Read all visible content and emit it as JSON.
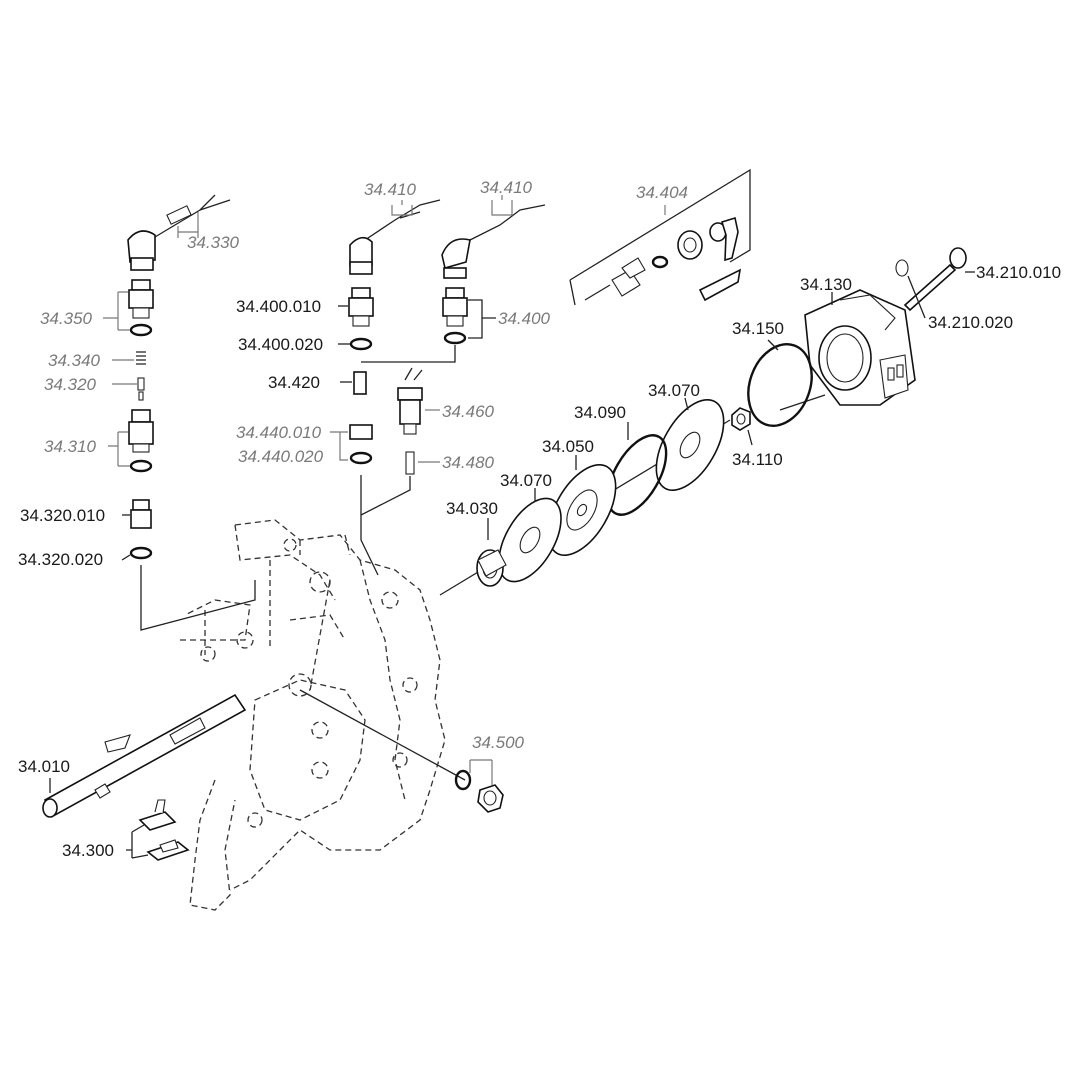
{
  "labels": {
    "p34_410_a": "34.410",
    "p34_410_b": "34.410",
    "p34_404": "34.404",
    "p34_330": "34.330",
    "p34_350": "34.350",
    "p34_340": "34.340",
    "p34_320": "34.320",
    "p34_310": "34.310",
    "p34_320_010": "34.320.010",
    "p34_320_020": "34.320.020",
    "p34_400_010": "34.400.010",
    "p34_400_020": "34.400.020",
    "p34_400": "34.400",
    "p34_420": "34.420",
    "p34_440_010": "34.440.010",
    "p34_440_020": "34.440.020",
    "p34_460": "34.460",
    "p34_480": "34.480",
    "p34_130": "34.130",
    "p34_210_010": "34.210.010",
    "p34_210_020": "34.210.020",
    "p34_150": "34.150",
    "p34_110": "34.110",
    "p34_070_a": "34.070",
    "p34_090": "34.090",
    "p34_050": "34.050",
    "p34_070_b": "34.070",
    "p34_030": "34.030",
    "p34_500": "34.500",
    "p34_010": "34.010",
    "p34_300": "34.300"
  }
}
